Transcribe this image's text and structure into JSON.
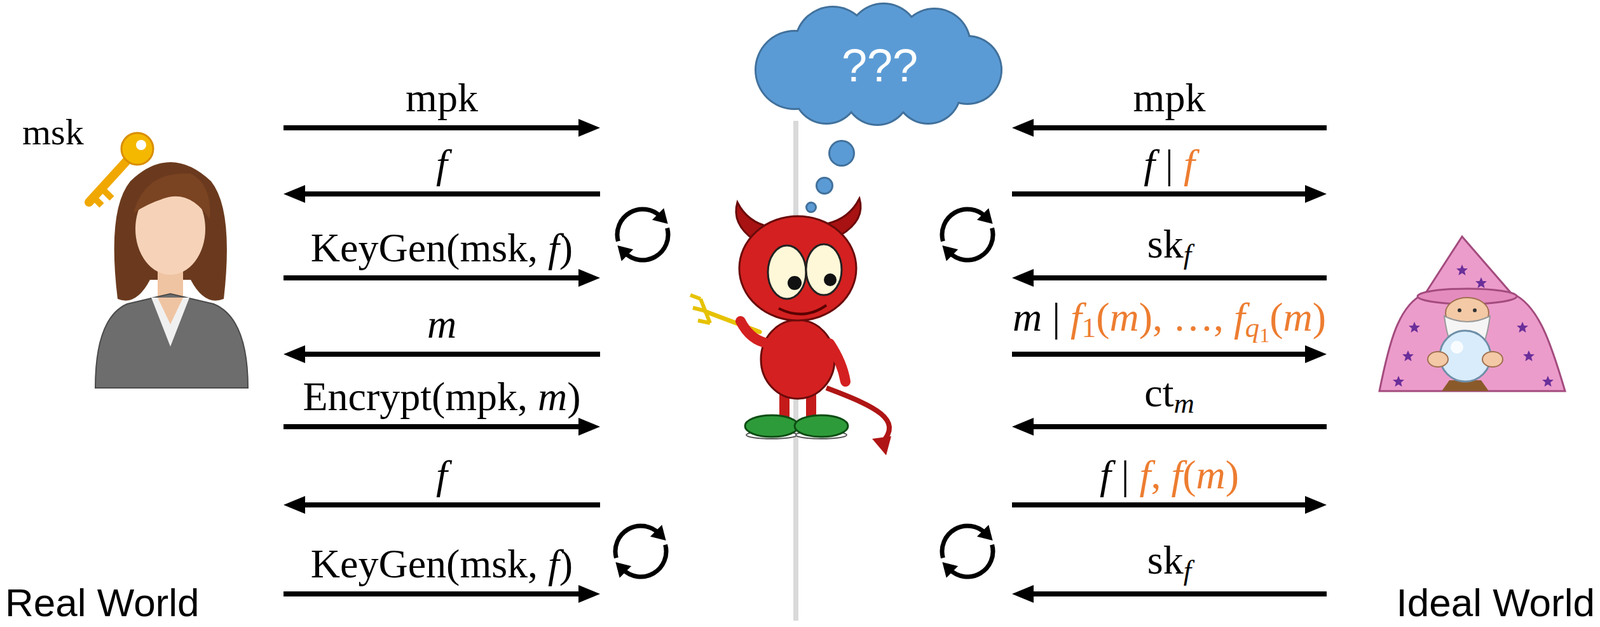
{
  "diagram": {
    "nodes": [
      {
        "text": [
          "msk",
          "Real World"
        ]
      },
      {
        "text": [
          "???"
        ]
      },
      {
        "text": [
          "Ideal World"
        ]
      }
    ],
    "edges": [
      {
        "from": 0,
        "to": 1,
        "label": "mpk",
        "arrow": "to"
      },
      {
        "from": 1,
        "to": 0,
        "label": "f",
        "arrow": "to"
      },
      {
        "from": 0,
        "to": 1,
        "label": "KeyGen(msk, f)",
        "arrow": "to"
      },
      {
        "from": 1,
        "to": 0,
        "label": "m",
        "arrow": "to"
      },
      {
        "from": 0,
        "to": 1,
        "label": "Encrypt(mpk, m)",
        "arrow": "to"
      },
      {
        "from": 1,
        "to": 0,
        "label": "f",
        "arrow": "to"
      },
      {
        "from": 0,
        "to": 1,
        "label": "KeyGen(msk, f)",
        "arrow": "to"
      },
      {
        "from": 2,
        "to": 1,
        "label": "mpk",
        "arrow": "to"
      },
      {
        "from": 1,
        "to": 2,
        "label": "f | f",
        "arrow": "to"
      },
      {
        "from": 2,
        "to": 1,
        "label": "skf",
        "arrow": "to"
      },
      {
        "from": 1,
        "to": 2,
        "label": "m | f1(m), …, fq1(m)",
        "arrow": "to"
      },
      {
        "from": 2,
        "to": 1,
        "label": "ctm",
        "arrow": "to"
      },
      {
        "from": 1,
        "to": 2,
        "label": "f | f, f(m)",
        "arrow": "to"
      },
      {
        "from": 2,
        "to": 1,
        "label": "skf",
        "arrow": "to"
      }
    ]
  }
}
